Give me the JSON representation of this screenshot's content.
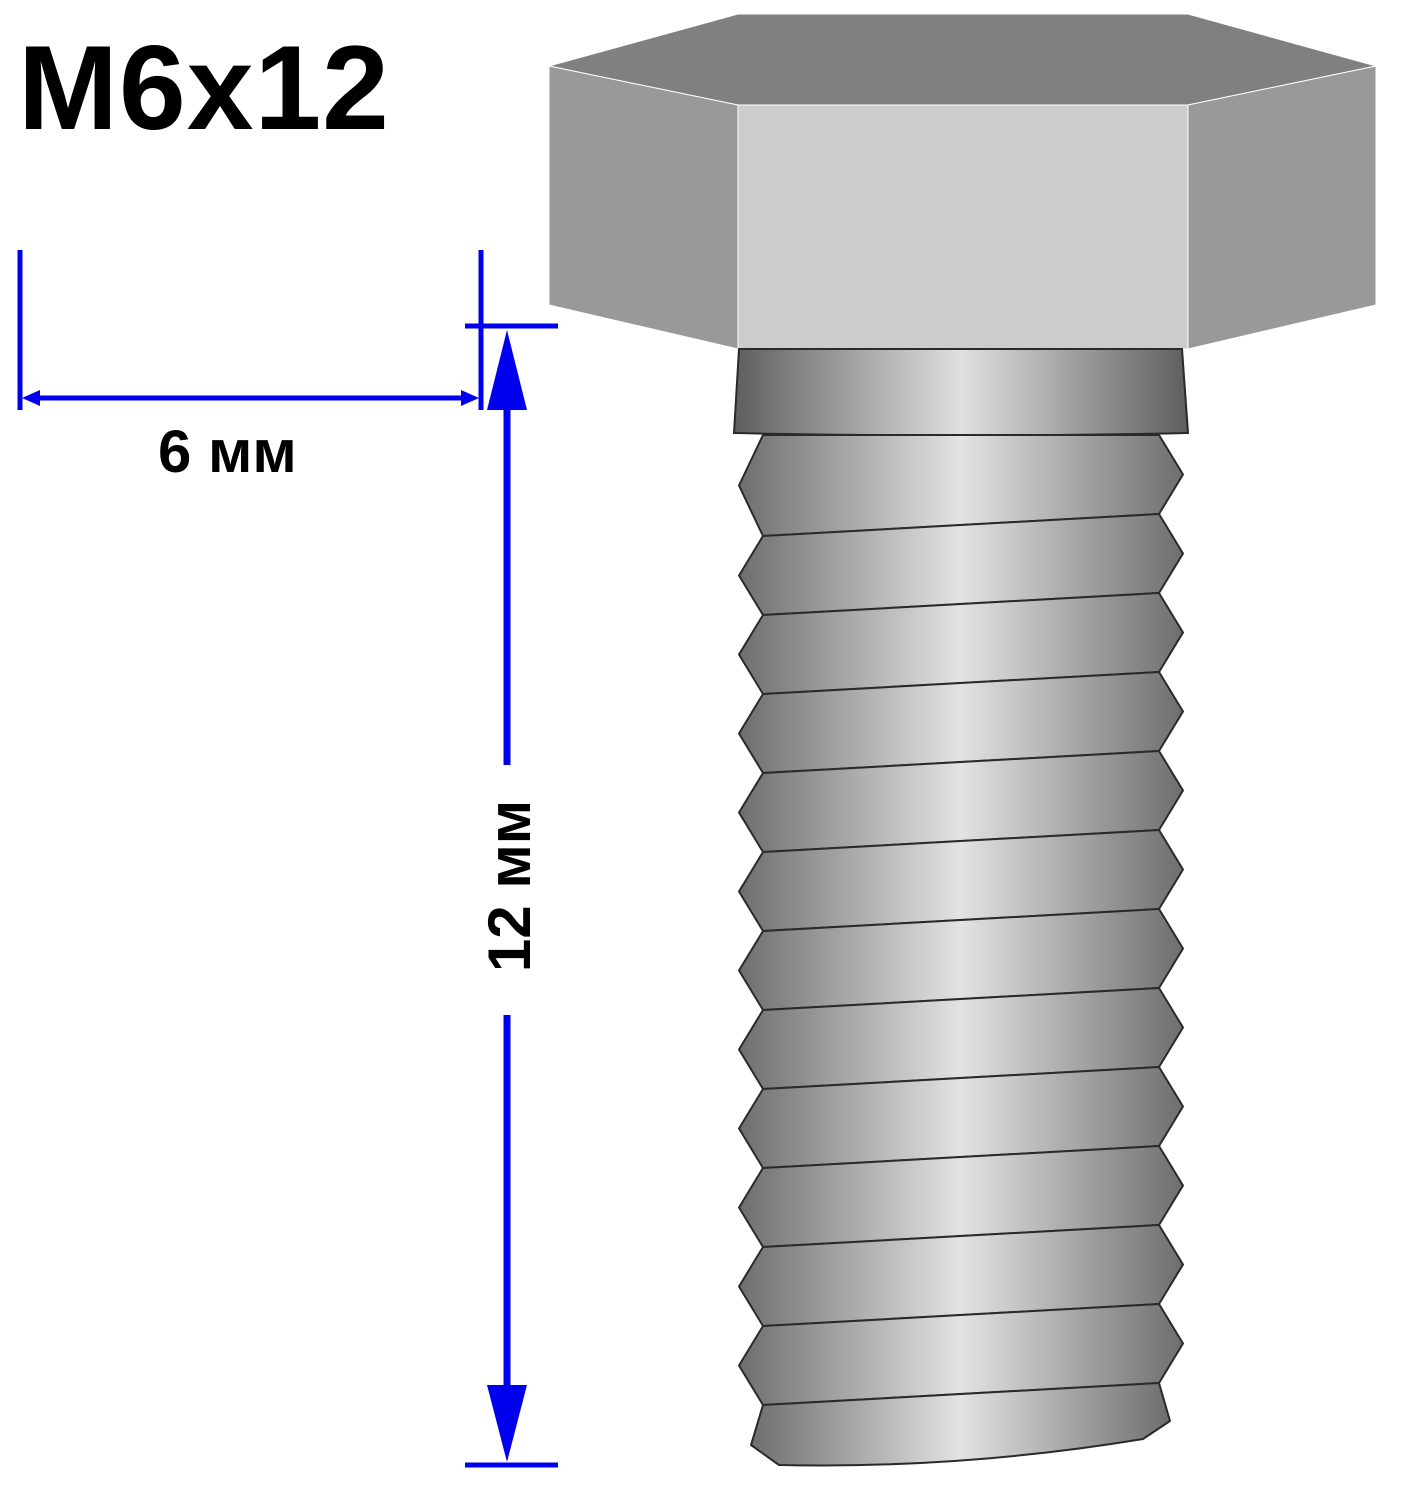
{
  "diagram": {
    "designation": "M6x12",
    "diameter_label": "6 мм",
    "length_label": "12 мм",
    "thread_turns": 13
  },
  "colors": {
    "dimension": "#0000ee",
    "text": "#000000",
    "head_top": "#808080",
    "head_front": "#cccccc",
    "head_side": "#999999",
    "shank_dark": "#707070",
    "shank_light": "#e3e3e3",
    "outline": "#2a2a2a"
  },
  "icons": {
    "part": "hex-bolt-icon"
  }
}
